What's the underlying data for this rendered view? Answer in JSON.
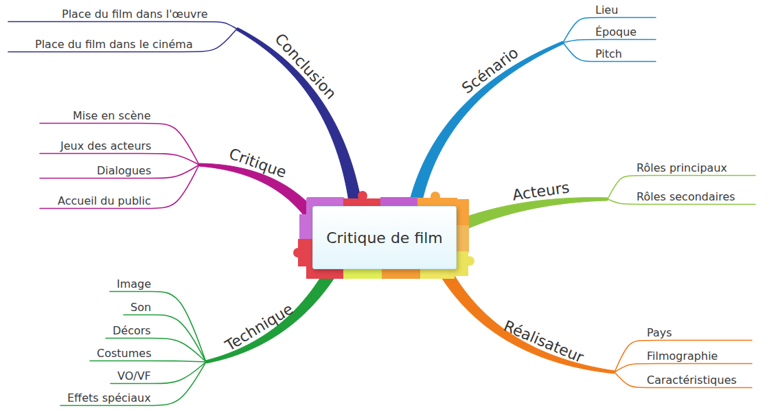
{
  "diagram": {
    "nodes": [
      {
        "text": [
          "Critique de film"
        ]
      },
      {
        "text": [
          "Conclusion"
        ]
      },
      {
        "text": [
          "Place du film dans l'œuvre"
        ]
      },
      {
        "text": [
          "Place du film dans le cinéma"
        ]
      },
      {
        "text": [
          "Scénario"
        ]
      },
      {
        "text": [
          "Lieu"
        ]
      },
      {
        "text": [
          "Époque"
        ]
      },
      {
        "text": [
          "Pitch"
        ]
      },
      {
        "text": [
          "Critique"
        ]
      },
      {
        "text": [
          "Mise en scène"
        ]
      },
      {
        "text": [
          "Jeux des acteurs"
        ]
      },
      {
        "text": [
          "Dialogues"
        ]
      },
      {
        "text": [
          "Accueil du public"
        ]
      },
      {
        "text": [
          "Acteurs"
        ]
      },
      {
        "text": [
          "Rôles principaux"
        ]
      },
      {
        "text": [
          "Rôles secondaires"
        ]
      },
      {
        "text": [
          "Technique"
        ]
      },
      {
        "text": [
          "Image"
        ]
      },
      {
        "text": [
          "Son"
        ]
      },
      {
        "text": [
          "Décors"
        ]
      },
      {
        "text": [
          "Costumes"
        ]
      },
      {
        "text": [
          "VO/VF"
        ]
      },
      {
        "text": [
          "Effets spéciaux"
        ]
      },
      {
        "text": [
          "Réalisateur"
        ]
      },
      {
        "text": [
          "Pays"
        ]
      },
      {
        "text": [
          "Filmographie"
        ]
      },
      {
        "text": [
          "Caractéristiques"
        ]
      }
    ],
    "edges": [
      {
        "from": 0,
        "to": 1,
        "arrow": "none"
      },
      {
        "from": 1,
        "to": 2,
        "arrow": "none"
      },
      {
        "from": 1,
        "to": 3,
        "arrow": "none"
      },
      {
        "from": 0,
        "to": 4,
        "arrow": "none"
      },
      {
        "from": 4,
        "to": 5,
        "arrow": "none"
      },
      {
        "from": 4,
        "to": 6,
        "arrow": "none"
      },
      {
        "from": 4,
        "to": 7,
        "arrow": "none"
      },
      {
        "from": 0,
        "to": 8,
        "arrow": "none"
      },
      {
        "from": 8,
        "to": 9,
        "arrow": "none"
      },
      {
        "from": 8,
        "to": 10,
        "arrow": "none"
      },
      {
        "from": 8,
        "to": 11,
        "arrow": "none"
      },
      {
        "from": 8,
        "to": 12,
        "arrow": "none"
      },
      {
        "from": 0,
        "to": 13,
        "arrow": "none"
      },
      {
        "from": 13,
        "to": 14,
        "arrow": "none"
      },
      {
        "from": 13,
        "to": 15,
        "arrow": "none"
      },
      {
        "from": 0,
        "to": 16,
        "arrow": "none"
      },
      {
        "from": 16,
        "to": 17,
        "arrow": "none"
      },
      {
        "from": 16,
        "to": 18,
        "arrow": "none"
      },
      {
        "from": 16,
        "to": 19,
        "arrow": "none"
      },
      {
        "from": 16,
        "to": 20,
        "arrow": "none"
      },
      {
        "from": 16,
        "to": 21,
        "arrow": "none"
      },
      {
        "from": 16,
        "to": 22,
        "arrow": "none"
      },
      {
        "from": 0,
        "to": 23,
        "arrow": "none"
      },
      {
        "from": 23,
        "to": 24,
        "arrow": "none"
      },
      {
        "from": 23,
        "to": 25,
        "arrow": "none"
      },
      {
        "from": 23,
        "to": 26,
        "arrow": "none"
      }
    ]
  }
}
